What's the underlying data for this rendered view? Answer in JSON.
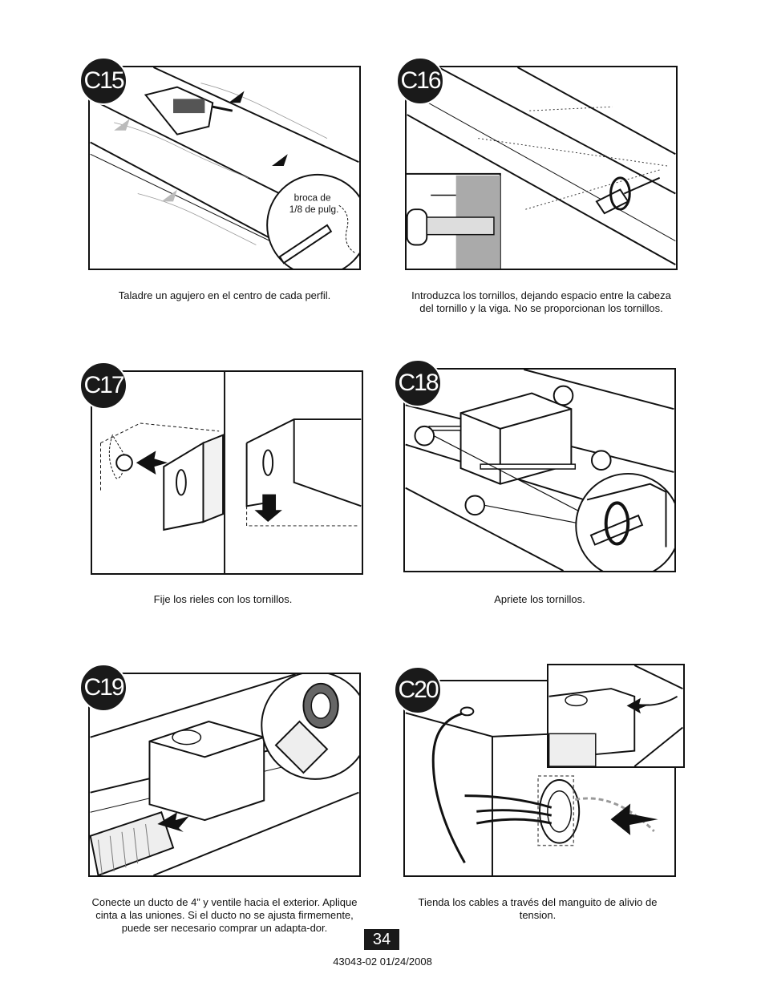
{
  "steps": [
    {
      "id": "C15",
      "caption": "Taladre un agujero en el centro de cada perfil.",
      "callout": [
        "broca de",
        "1/8 de pulg."
      ]
    },
    {
      "id": "C16",
      "caption": "Introduzca los tornillos, dejando espacio entre la cabeza del tornillo y la viga. No se proporcionan los tornillos."
    },
    {
      "id": "C17",
      "caption": "Fije los rieles con los tornillos."
    },
    {
      "id": "C18",
      "caption": "Apriete los tornillos."
    },
    {
      "id": "C19",
      "caption": "Conecte un ducto de 4” y ventile hacia el exterior. Aplique cinta a las uniones. Si el ducto no se ajusta firmemente, puede ser necesario comprar un adapta-dor."
    },
    {
      "id": "C20",
      "caption": "Tienda los cables a través del manguito de alivio de tension."
    }
  ],
  "footer": {
    "page_number": "34",
    "doc_id": "43043-02  01/24/2008"
  }
}
